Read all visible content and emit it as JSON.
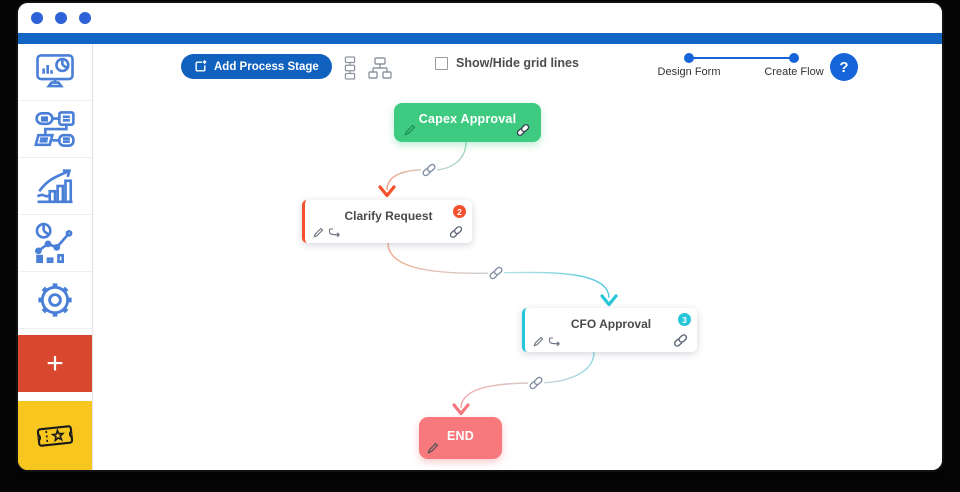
{
  "toolbar": {
    "add_stage_label": "Add Process Stage",
    "grid_toggle_label": "Show/Hide grid lines",
    "grid_toggle_checked": false,
    "steps": [
      {
        "label": "Design Form"
      },
      {
        "label": "Create Flow"
      }
    ],
    "help_label": "?"
  },
  "flow": {
    "nodes": [
      {
        "title": "Capex Approval",
        "kind": "start",
        "color": "#3ecb81"
      },
      {
        "title": "Clarify Request",
        "kind": "stage",
        "badge": "2",
        "accent": "#f4512c"
      },
      {
        "title": "CFO Approval",
        "kind": "stage",
        "badge": "3",
        "accent": "#26c6da"
      },
      {
        "title": "END",
        "kind": "end",
        "color": "#f8797d"
      }
    ],
    "connectors": [
      {
        "from": "Capex Approval",
        "to": "Clarify Request",
        "from_color": "#3ecb81",
        "to_color": "#f4512c"
      },
      {
        "from": "Clarify Request",
        "to": "CFO Approval",
        "from_color": "#f4512c",
        "to_color": "#26c6da"
      },
      {
        "from": "CFO Approval",
        "to": "END",
        "from_color": "#26c6da",
        "to_color": "#f4777b"
      }
    ]
  },
  "sidebar": {
    "items": [
      {
        "icon": "dashboard-monitor-icon"
      },
      {
        "icon": "workflow-icon"
      },
      {
        "icon": "growth-chart-icon"
      },
      {
        "icon": "analytics-icon"
      },
      {
        "icon": "settings-gear-icon"
      },
      {
        "icon": "add-plus-icon",
        "label": "+",
        "bg": "#d9472f"
      },
      {
        "icon": "ticket-icon",
        "bg": "#f7c71f"
      }
    ]
  },
  "colors": {
    "titlebar_dot": "#2e62d8",
    "top_strip": "#1065c5",
    "primary_button": "#1161be",
    "help_button": "#1565d8",
    "start_node": "#3ecb81",
    "end_node": "#f8797d",
    "orange_accent": "#f4512c",
    "cyan_accent": "#26c6da"
  }
}
